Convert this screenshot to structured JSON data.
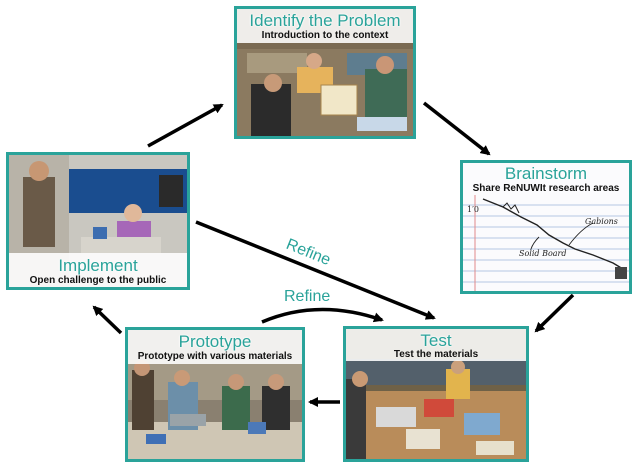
{
  "stages": {
    "identify": {
      "title": "Identify the Problem",
      "subtitle": "Introduction to the context"
    },
    "brainstorm": {
      "title": "Brainstorm",
      "subtitle": "Share ReNUWIt research areas"
    },
    "test": {
      "title": "Test",
      "subtitle": "Test the materials"
    },
    "prototype": {
      "title": "Prototype",
      "subtitle": "Prototype with various materials"
    },
    "implement": {
      "title": "Implement",
      "subtitle": "Open challenge to the public"
    }
  },
  "feedback": {
    "refine_long": "Refine",
    "refine_short": "Refine"
  },
  "sketch_labels": {
    "gabions": "Gabions",
    "solid_board": "Solid Board",
    "scale": "1′0"
  },
  "colors": {
    "accent": "#2aa39a",
    "arrow": "#000000"
  }
}
